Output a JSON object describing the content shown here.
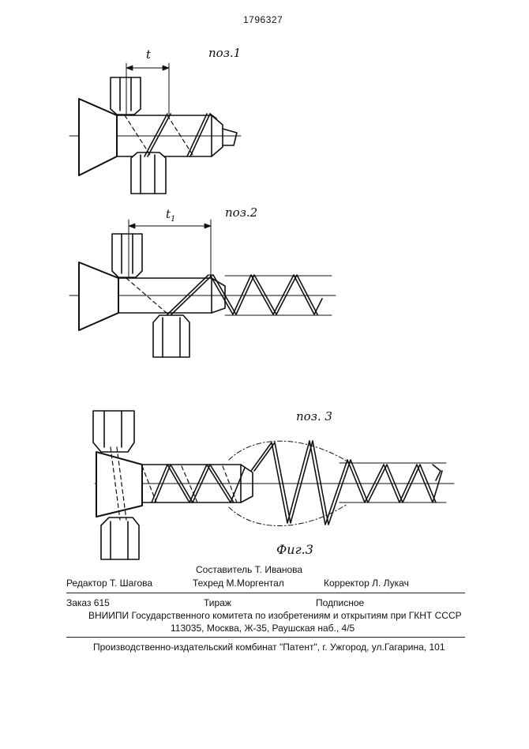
{
  "patent_number": "1796327",
  "figure": {
    "pos1_label": "поз.1",
    "pos2_label": "поз.2",
    "pos3_label": "поз. 3",
    "dim_t": "t",
    "dim_t1": "t",
    "dim_t1_sub": "1",
    "caption": "Фиг.3"
  },
  "imprint": {
    "editor": "Редактор  Т. Шагова",
    "composer": "Составитель  Т. Иванова",
    "techred": "Техред М.Моргентал",
    "corrector": "Корректор  Л. Лукач",
    "order": "Заказ  615",
    "circulation": "Тираж",
    "subscription": "Подписное",
    "org": "ВНИИПИ Государственного комитета по изобретениям и открытиям при ГКНТ СССР",
    "address": "113035, Москва, Ж-35, Раушская наб., 4/5",
    "publisher": "Производственно-издательский комбинат \"Патент\", г. Ужгород, ул.Гагарина, 101"
  }
}
